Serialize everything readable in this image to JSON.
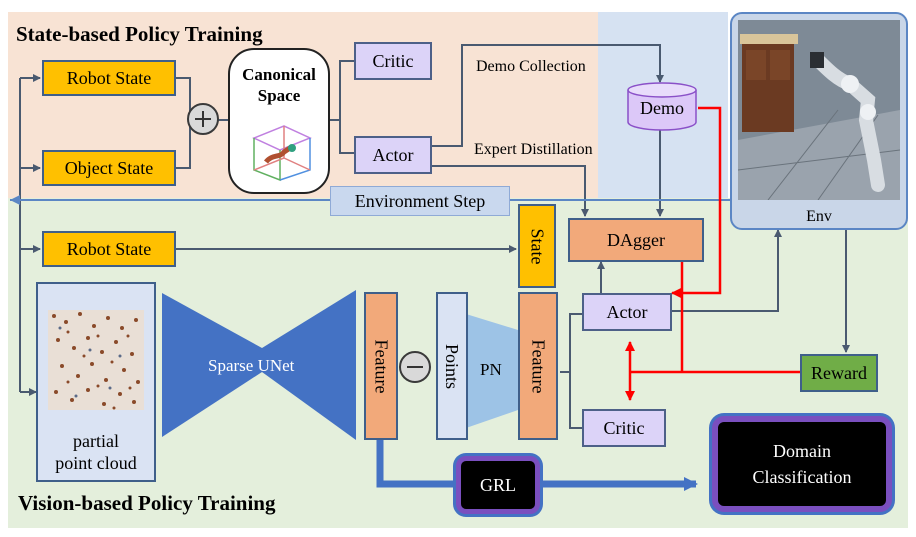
{
  "titles": {
    "state": "State-based Policy Training",
    "vision": "Vision-based Policy Training"
  },
  "state_section": {
    "robot_state": "Robot State",
    "object_state": "Object State",
    "canonical_space": "Canonical Space",
    "critic": "Critic",
    "actor": "Actor",
    "demo_collection": "Demo Collection",
    "expert_distillation": "Expert Distillation",
    "demo": "Demo"
  },
  "env": {
    "label": "Env",
    "environment_step": "Environment Step"
  },
  "vision_section": {
    "robot_state": "Robot State",
    "state": "State",
    "dagger": "DAgger",
    "partial_point_cloud": "partial\npoint cloud",
    "sparse_unet": "Sparse UNet",
    "feature_left": "Feature",
    "points": "Points",
    "pn": "PN",
    "feature_right": "Feature",
    "actor": "Actor",
    "critic": "Critic",
    "reward": "Reward",
    "grl": "GRL",
    "domain_classification": "Domain\nClassification"
  },
  "colors": {
    "state_bg": "#f8e3d4",
    "vision_bg": "#e4efdc",
    "env_bg": "#d6e2f2",
    "orange_box": "#ffc000",
    "purple_box": "#dcd3f8",
    "salmon_box": "#f2a97a",
    "unet_blue": "#4472c4",
    "red_arrow": "#ff0000",
    "green_box": "#70ad47"
  },
  "icons": [
    "plus-circle-icon",
    "minus-circle-icon",
    "canonical-cube-icon",
    "robot-scene-icon",
    "point-cloud-icon",
    "cylinder-icon"
  ]
}
